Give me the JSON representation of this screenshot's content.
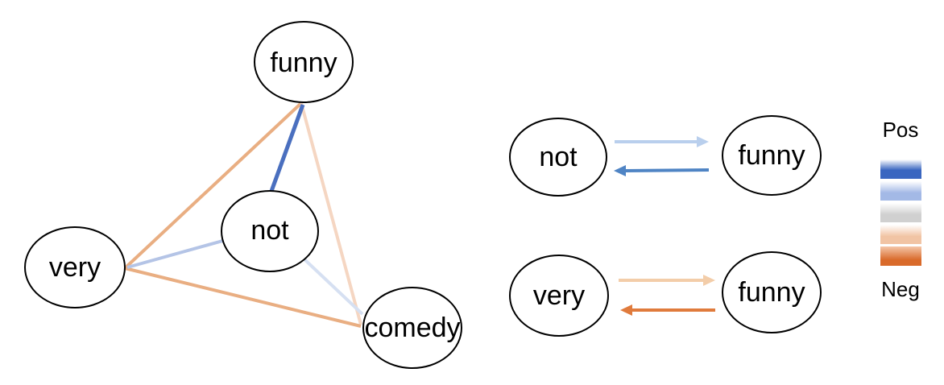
{
  "graph": {
    "nodes": {
      "funny": "funny",
      "not": "not",
      "very": "very",
      "comedy": "comedy"
    },
    "edge_colors": {
      "funny_not": "#4a6fbf",
      "funny_very": "#e9ae82",
      "funny_comedy": "#f5d6c2",
      "not_very": "#b4c4e6",
      "not_comedy": "#d6e0f2",
      "very_comedy": "#e9ae82"
    }
  },
  "pairs": [
    {
      "left": "not",
      "right": "funny",
      "forward_color": "#b9cfed",
      "backward_color": "#4f84c4"
    },
    {
      "left": "very",
      "right": "funny",
      "forward_color": "#f3cda9",
      "backward_color": "#e07b3c"
    }
  ],
  "legend": {
    "top_label": "Pos",
    "bottom_label": "Neg",
    "swatches": [
      "#3a66c0",
      "#a3b9e6",
      "#d0d0d0",
      "#f1c4a4",
      "#d96a2a"
    ]
  }
}
